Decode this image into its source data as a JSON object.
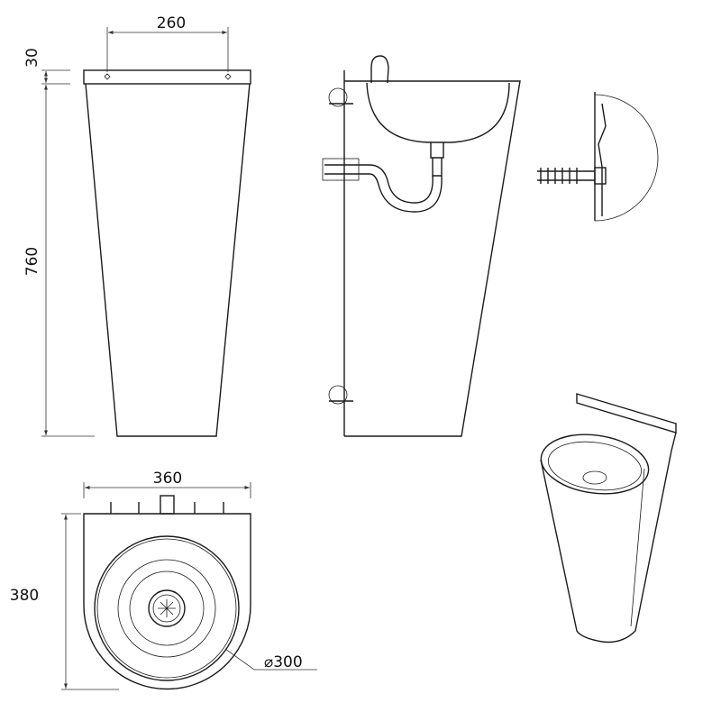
{
  "title": "Freestanding stainless steel pedestal wash basin - technical drawing",
  "dimensions": {
    "front_width_fixing": "260",
    "front_plate_height": "30",
    "front_height": "760",
    "top_width": "360",
    "top_depth": "380",
    "basin_diameter": "⌀300"
  },
  "colors": {
    "line": "#1a1a1a",
    "background": "#ffffff"
  }
}
